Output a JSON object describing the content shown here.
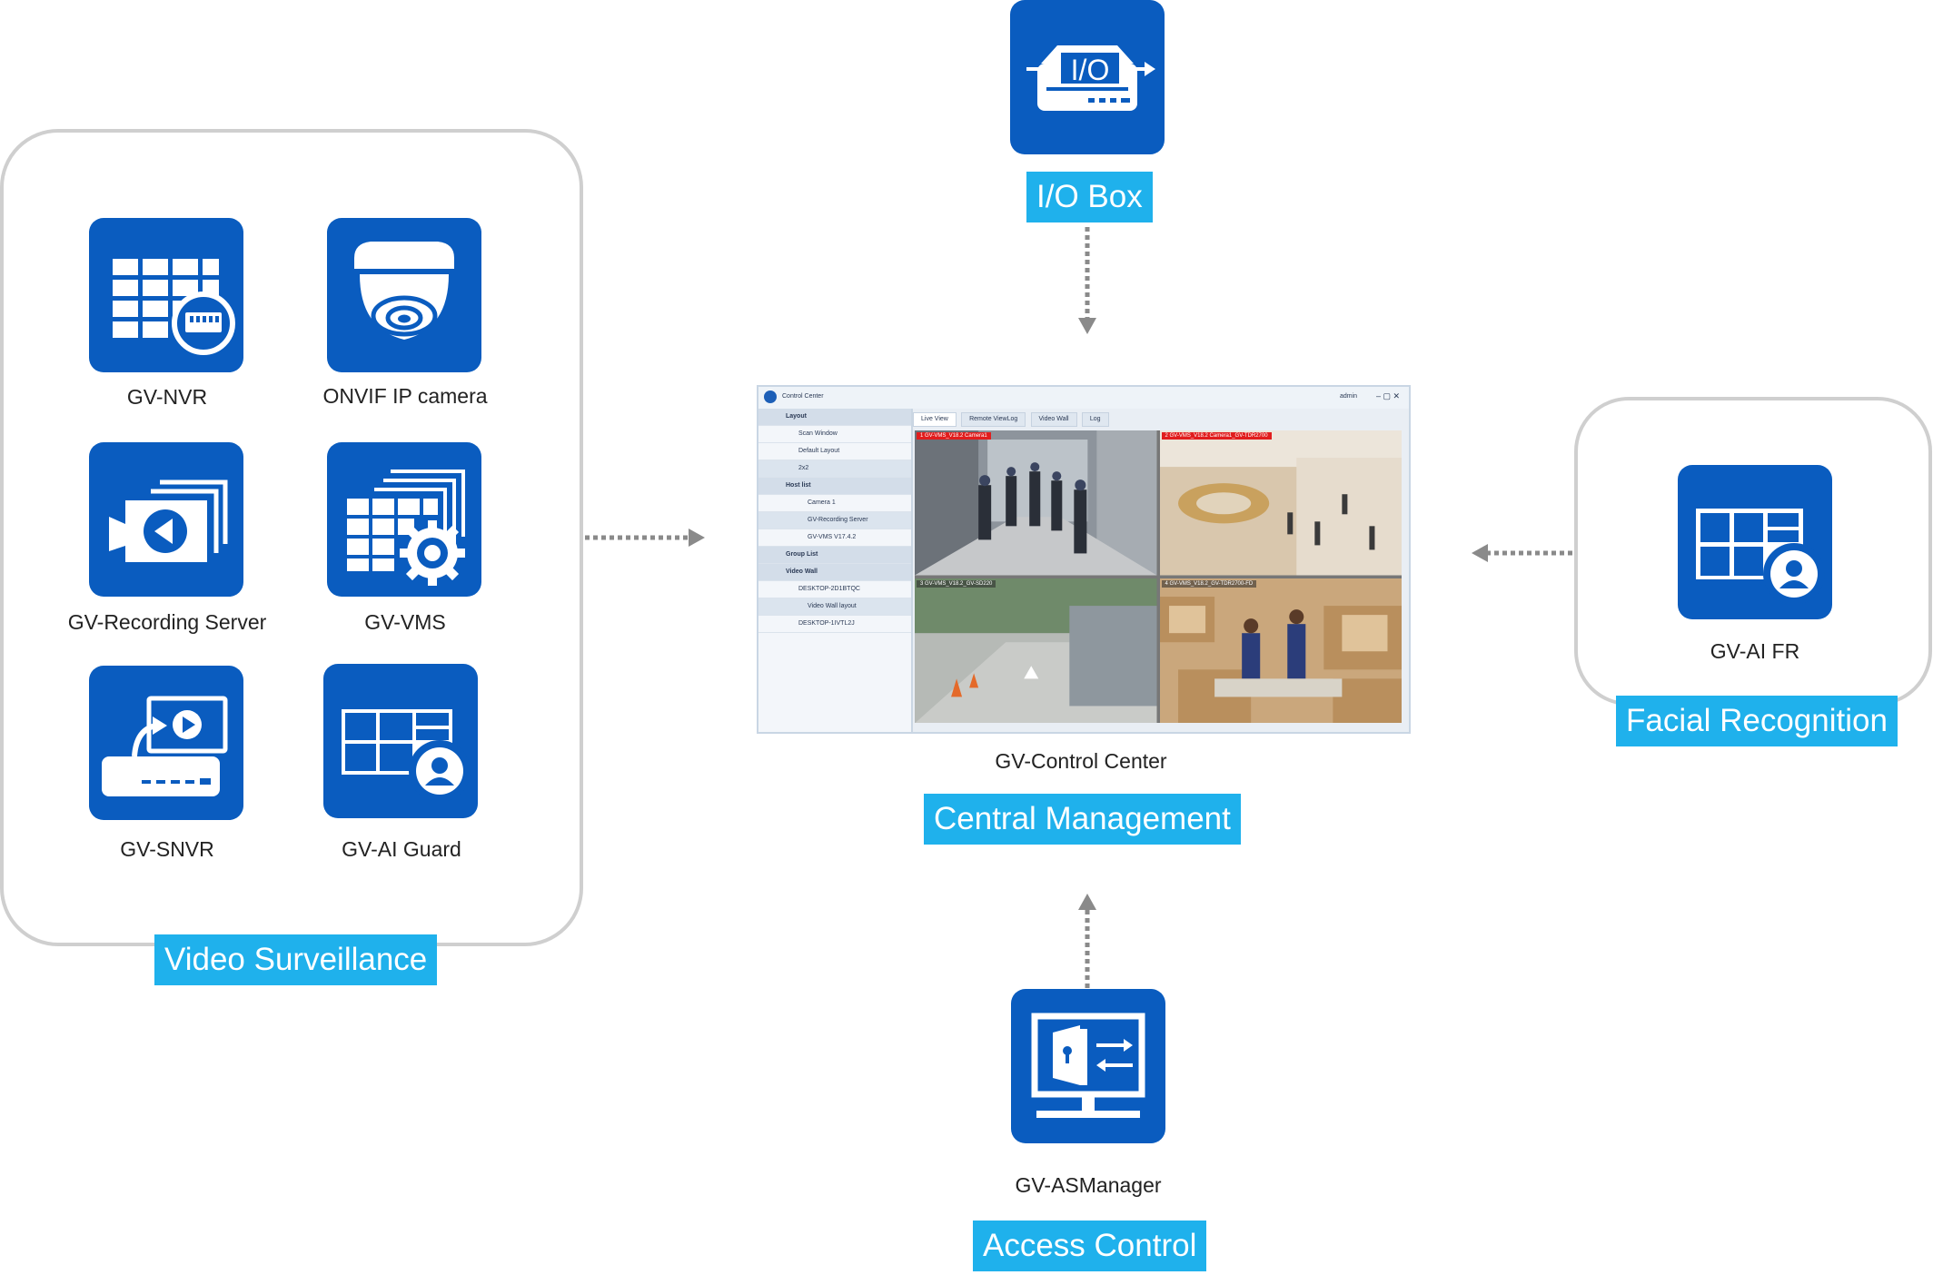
{
  "groups": {
    "video_surveillance": {
      "caption": "Video Surveillance",
      "devices": [
        {
          "label": "GV-NVR",
          "icon": "nvr-grid-icon"
        },
        {
          "label": "ONVIF IP camera",
          "icon": "dome-camera-icon"
        },
        {
          "label": "GV-Recording Server",
          "icon": "recording-server-icon"
        },
        {
          "label": "GV-VMS",
          "icon": "vms-gear-icon"
        },
        {
          "label": "GV-SNVR",
          "icon": "snvr-device-icon"
        },
        {
          "label": "GV-AI Guard",
          "icon": "ai-guard-icon"
        }
      ]
    },
    "io_box": {
      "caption": "I/O Box",
      "icon_text": "I/O",
      "icon": "io-box-icon"
    },
    "central_management": {
      "caption": "Central Management",
      "label": "GV-Control Center",
      "screenshot": {
        "window_title": "Control Center",
        "user": "admin",
        "tabs": [
          "Live View",
          "Remote ViewLog",
          "Video Wall",
          "Log"
        ],
        "sidebar": [
          "Layout",
          "Scan Window",
          "Default Layout",
          "2x2",
          "Host list",
          "Camera 1",
          "GV-Recording Server",
          "GV-VMS V17.4.2",
          "Group List",
          "Video Wall",
          "DESKTOP-2D1BTQC",
          "Video Wall layout",
          "DESKTOP-1IVTL2J"
        ],
        "cameras": [
          "1 GV-VMS_V18.2 Camera1",
          "2 GV-VMS_V18.2 Camera1_GV-TDR2700",
          "3 GV-VMS_V18.2_GV-SD220",
          "4 GV-VMS_V18.2_GV-TDR2700-FD"
        ]
      }
    },
    "facial_recognition": {
      "caption": "Facial Recognition",
      "label": "GV-AI FR",
      "icon": "ai-fr-icon"
    },
    "access_control": {
      "caption": "Access Control",
      "label": "GV-ASManager",
      "icon": "access-control-monitor-icon"
    }
  },
  "colors": {
    "tile_blue": "#0a5cbf",
    "caption_bg": "#1fb1ec",
    "group_border": "#cfcfcf",
    "arrow": "#8a8a8a"
  }
}
